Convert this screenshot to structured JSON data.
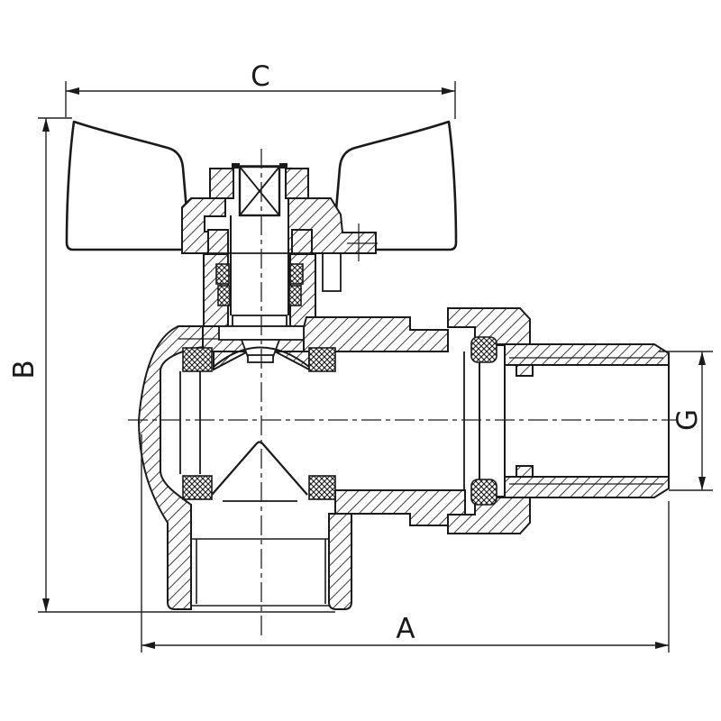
{
  "dimension_labels": {
    "top": "C",
    "left": "B",
    "bottom": "A",
    "right": "G"
  }
}
